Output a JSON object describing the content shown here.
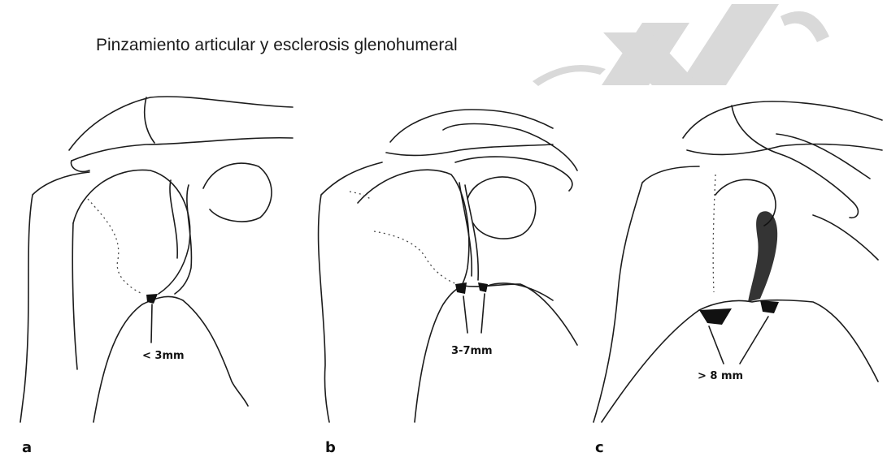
{
  "title": "Pinzamiento articular y esclerosis glenohumeral",
  "panels": [
    {
      "letter": "a",
      "measurement": "< 3mm"
    },
    {
      "letter": "b",
      "measurement": "3-7mm"
    },
    {
      "letter": "c",
      "measurement": "> 8 mm"
    }
  ],
  "watermark": {
    "color": "#d6d6d6",
    "shape": "diagonal-logo"
  }
}
